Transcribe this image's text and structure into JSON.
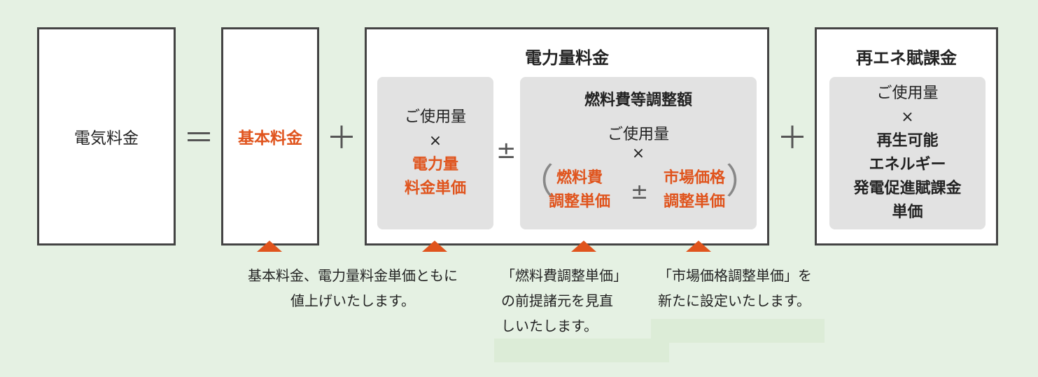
{
  "total": "電気料金",
  "ops": {
    "equals": "＝",
    "plus1": "＋",
    "plus2": "＋",
    "pm_main": "±",
    "pm_inner": "±",
    "paren_l": "（",
    "paren_r": "）"
  },
  "base": "基本料金",
  "energy": {
    "title": "電力量料金",
    "usage": "ご使用量",
    "times": "×",
    "unit_line1": "電力量",
    "unit_line2": "料金単価",
    "fuel": {
      "title": "燃料費等調整額",
      "usage": "ご使用量",
      "times": "×",
      "fuel_line1": "燃料費",
      "fuel_line2": "調整単価",
      "market_line1": "市場価格",
      "market_line2": "調整単価"
    }
  },
  "renew": {
    "title": "再エネ賦課金",
    "usage": "ご使用量",
    "times": "×",
    "line1": "再生可能",
    "line2": "エネルギー",
    "line3": "発電促進賦課金",
    "line4": "単価"
  },
  "notes": {
    "n1_line1": "基本料金、電力量料金単価ともに",
    "n1_line2": "値上げいたします。",
    "n2_line1": "「燃料費調整単価」",
    "n2_line2": "の前提諸元を見直",
    "n2_line3": "しいたします。",
    "n3_line1": "「市場価格調整単価」を",
    "n3_line2": "新たに設定いたします。"
  },
  "colors": {
    "accent": "#e0541d",
    "background": "#e5f1e3",
    "box_border": "#444444",
    "inner_gray": "#e2e2e2"
  }
}
